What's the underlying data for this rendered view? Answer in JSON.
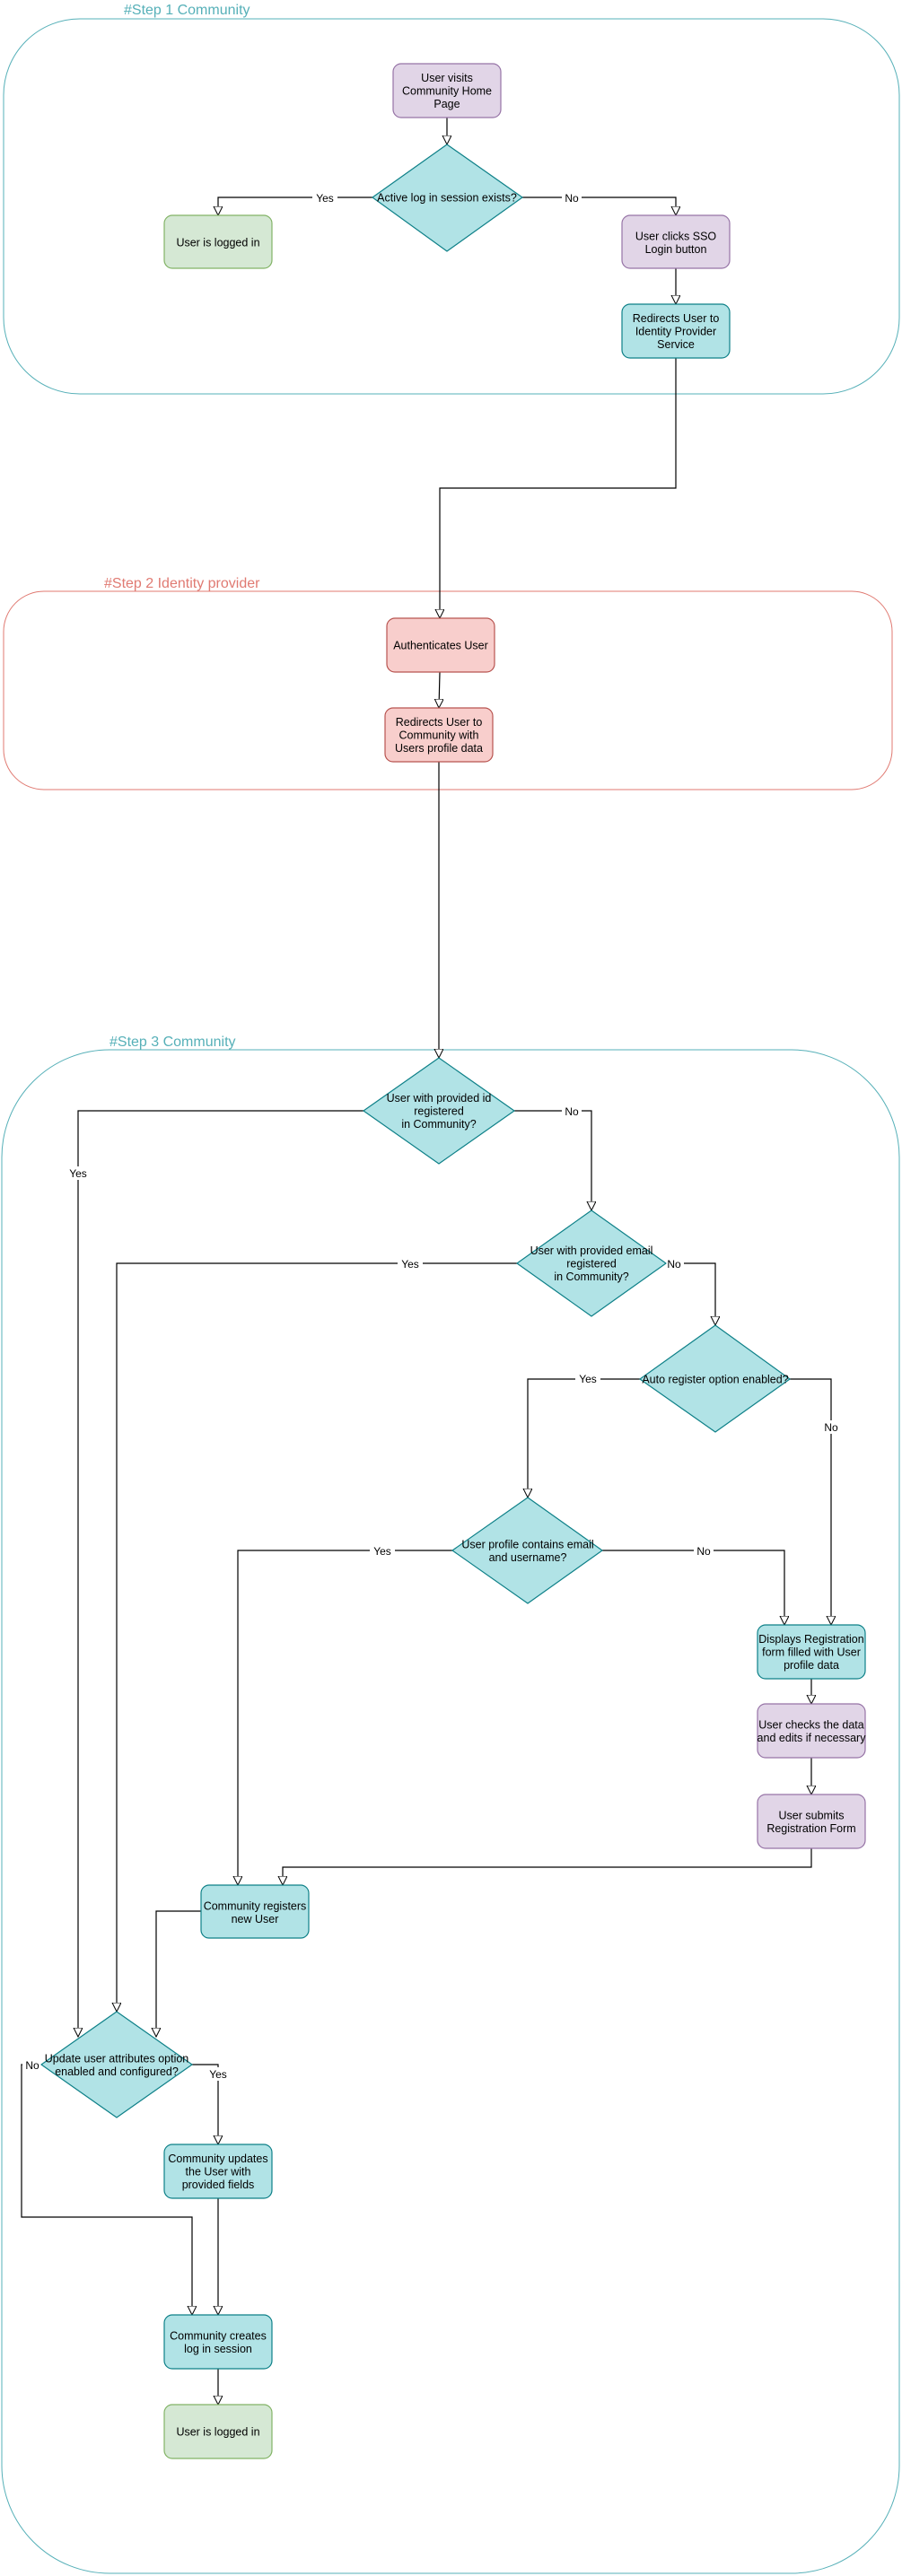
{
  "colors": {
    "lane_step1": "#56b0b8",
    "lane_step2": "#e07a72",
    "lane_step3": "#56b0b8",
    "node_teal_fill": "#b1e3e6",
    "node_teal_stroke": "#0e8088",
    "node_purple_fill": "#e1d5e7",
    "node_purple_stroke": "#9673a6",
    "node_green_fill": "#d5e8d4",
    "node_green_stroke": "#82b366",
    "node_red_fill": "#f8cecc",
    "node_red_stroke": "#b85450"
  },
  "lanes": {
    "step1": "#Step 1 Community",
    "step2": "#Step 2 Identity provider",
    "step3": "#Step 3 Community"
  },
  "nodes": {
    "visit_home": "User visits\nCommunity Home\nPage",
    "active_session": "Active log in session exists?",
    "logged_in_1": "User is logged in",
    "click_sso": "User clicks SSO\nLogin button",
    "redirect_idp": "Redirects User to\nIdentity Provider\nService",
    "authenticate": "Authenticates User",
    "redirect_community": "Redirects User to\nCommunity with\nUsers profile data",
    "id_registered": "User with provided id\nregistered\nin Community?",
    "email_registered": "User with provided email\nregistered\nin Community?",
    "auto_register": "Auto register option enabled?",
    "profile_contains": "User profile contains email\nand username?",
    "display_form": "Displays Registration\nform filled with User\nprofile data",
    "check_data": "User checks the data\nand edits if necessary",
    "submit_form": "User submits\nRegistration Form",
    "registers_user": "Community registers\nnew User",
    "update_attrs": "Update user attributes option\nenabled and configured?",
    "updates_user": "Community updates\nthe User with\nprovided fields",
    "create_session": "Community creates\nlog in session",
    "logged_in_2": "User is logged in"
  },
  "edge_labels": {
    "yes": "Yes",
    "no": "No"
  }
}
